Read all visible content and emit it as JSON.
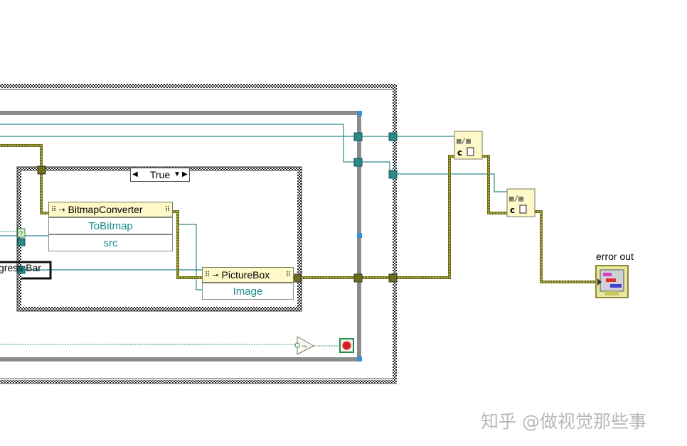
{
  "case_structure": {
    "selector_value": "True"
  },
  "bitmap_converter": {
    "title": "BitmapConverter",
    "method": "ToBitmap",
    "param": "src"
  },
  "picture_box": {
    "title": "PictureBox",
    "property": "Image"
  },
  "progress_label": "gress Bar",
  "error_out_label": "error out",
  "watermark": "知乎 @做视觉那些事",
  "colors": {
    "refnum_wire": "#2a8a8a",
    "error_wire": "#8a8a1a",
    "error_wire_core": "#d8d860",
    "loop_border": "#808080",
    "node_header": "#fff8c8",
    "method_text": "#1a8a8a"
  },
  "icons": {
    "close_ref": "close-reference-icon",
    "error_indicator": "error-cluster-indicator-icon",
    "stop": "stop-terminal-icon",
    "not": "not-function-icon"
  }
}
